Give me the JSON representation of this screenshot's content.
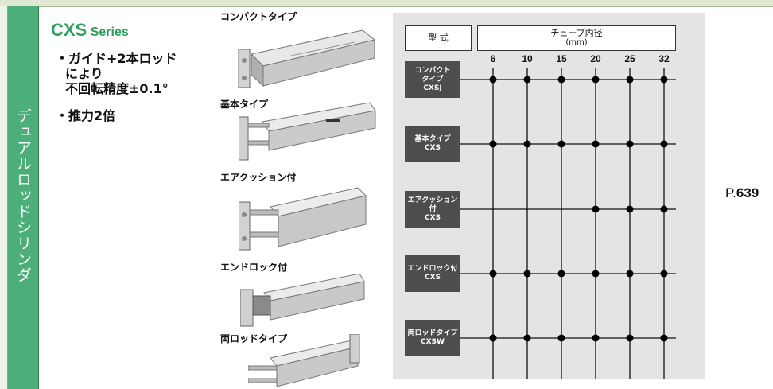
{
  "side_title": "デュアルロッドシリンダ",
  "series": {
    "name": "CXS",
    "suffix": "Series"
  },
  "features": [
    [
      "・ガイド+2本ロッド",
      "により",
      "不回転精度±0.1°"
    ],
    [
      "・推力2倍"
    ]
  ],
  "products": [
    {
      "label": "コンパクトタイプ"
    },
    {
      "label": "基本タイプ"
    },
    {
      "label": "エアクッション付"
    },
    {
      "label": "エンドロック付"
    },
    {
      "label": "両ロッドタイプ"
    }
  ],
  "chart": {
    "model_header": "型 式",
    "bore_header": "チューブ内径",
    "bore_unit": "(mm)",
    "bore_sizes": [
      "6",
      "10",
      "15",
      "20",
      "25",
      "32"
    ],
    "rows": [
      {
        "line1": "コンパクト",
        "line2": "タイプ",
        "model": "CXSJ",
        "available": [
          true,
          true,
          true,
          true,
          true,
          true
        ]
      },
      {
        "line1": "基本タイプ",
        "line2": "",
        "model": "CXS",
        "available": [
          true,
          true,
          true,
          true,
          true,
          true
        ]
      },
      {
        "line1": "エアクッション付",
        "line2": "",
        "model": "CXS",
        "available": [
          false,
          false,
          false,
          true,
          true,
          true
        ]
      },
      {
        "line1": "エンドロック付",
        "line2": "",
        "model": "CXS",
        "available": [
          true,
          true,
          true,
          true,
          true,
          true
        ]
      },
      {
        "line1": "両ロッドタイプ",
        "line2": "",
        "model": "CXSW",
        "available": [
          true,
          true,
          true,
          true,
          true,
          true
        ]
      }
    ]
  },
  "page_ref": {
    "prefix": "P.",
    "number": "639"
  },
  "colors": {
    "accent_green": "#4caf7a",
    "series_green": "#2f9e5e",
    "row_label_bg": "#4d4d4d",
    "chart_bg": "#e4e4e4"
  }
}
